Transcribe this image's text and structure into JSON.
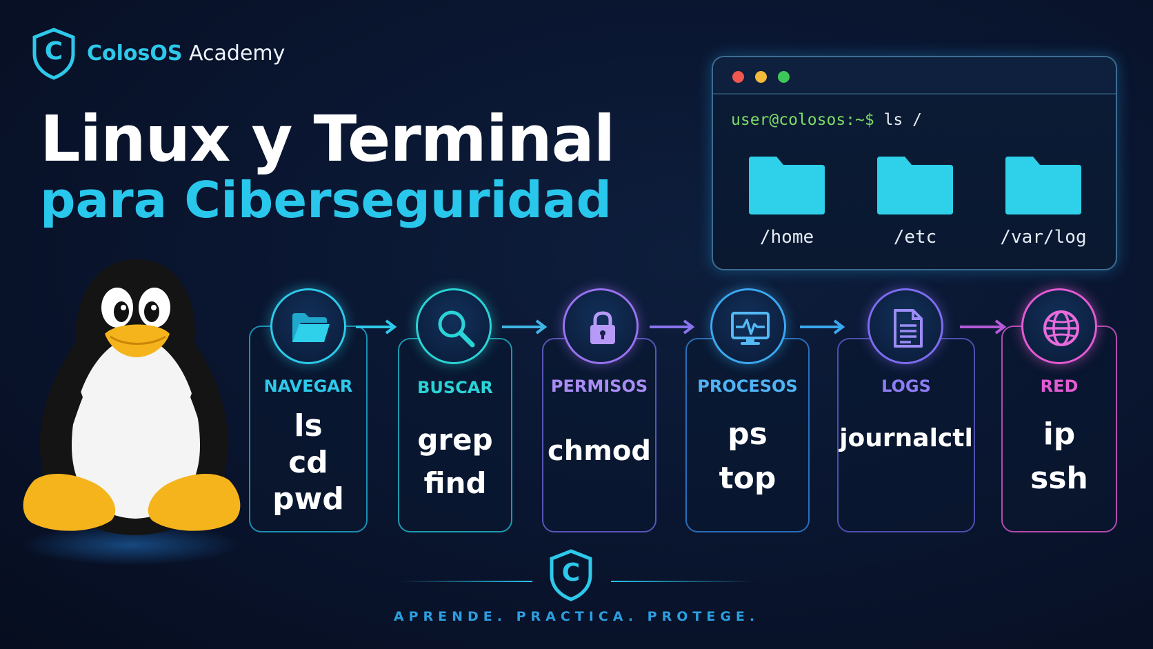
{
  "brand": {
    "name_primary": "ColosOS",
    "name_secondary": "Academy",
    "logo_letter": "C",
    "accent_color": "#2ec9ea"
  },
  "title": {
    "line1": "Linux y Terminal",
    "line2": "para Ciberseguridad"
  },
  "terminal": {
    "prompt_user": "user@colosos:~$",
    "prompt_command": "ls /",
    "folders": [
      {
        "label": "/home",
        "icon": "folder-icon"
      },
      {
        "label": "/etc",
        "icon": "folder-icon"
      },
      {
        "label": "/var/log",
        "icon": "folder-icon"
      }
    ],
    "window_dots": [
      "#f1574e",
      "#f5b93a",
      "#3fc85a"
    ]
  },
  "steps": [
    {
      "category": "NAVEGAR",
      "icon": "open-folder-icon",
      "color": "#2ec9ea",
      "commands": [
        "ls",
        "cd",
        "pwd"
      ]
    },
    {
      "category": "BUSCAR",
      "icon": "magnifier-icon",
      "color": "#2ad3d6",
      "commands": [
        "grep",
        "find"
      ]
    },
    {
      "category": "PERMISOS",
      "icon": "padlock-icon",
      "color": "#9a72f0",
      "commands": [
        "chmod"
      ]
    },
    {
      "category": "PROCESOS",
      "icon": "monitor-pulse-icon",
      "color": "#3aa8f0",
      "commands": [
        "ps",
        "top"
      ]
    },
    {
      "category": "LOGS",
      "icon": "document-icon",
      "color": "#7e6cf0",
      "commands": [
        "journalctl"
      ]
    },
    {
      "category": "RED",
      "icon": "globe-icon",
      "color": "#e25bd2",
      "commands": [
        "ip",
        "ssh"
      ]
    }
  ],
  "footer": {
    "logo_letter": "C",
    "tagline": "APRENDE. PRACTICA. PROTEGE."
  }
}
